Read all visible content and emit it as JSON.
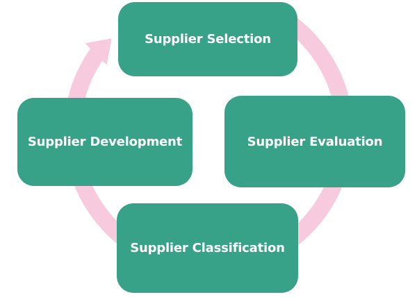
{
  "diagram": {
    "type": "cycle",
    "direction": "clockwise",
    "background_color": "#ffffff",
    "node_color": "#38a289",
    "node_text_color": "#ffffff",
    "arrow_color": "#f8cadd",
    "nodes": [
      {
        "position": "top",
        "label": "Supplier Selection"
      },
      {
        "position": "right",
        "label": "Supplier Evaluation"
      },
      {
        "position": "bottom",
        "label": "Supplier Classification"
      },
      {
        "position": "left",
        "label": "Supplier Development"
      }
    ]
  }
}
